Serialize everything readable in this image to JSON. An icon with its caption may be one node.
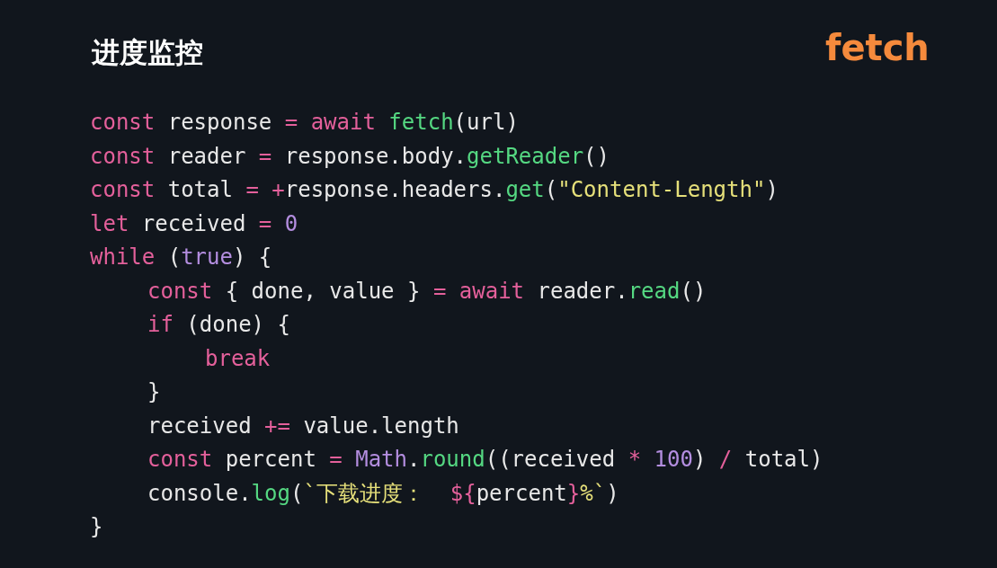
{
  "diagram": {
    "title": "进度监控",
    "labels": [
      "fetch",
      "const response = await fetch(url)",
      "const reader = response.body.getReader()",
      "const total = +response.headers.get(\"Content-Length\")",
      "let received = 0",
      "while (true) {",
      "const { done, value } = await reader.read()",
      "if (done) {",
      "break",
      "}",
      "received += value.length",
      "const percent = Math.round((received * 100) / total)",
      "console.log(`下载进度： ${percent}%`)",
      "}"
    ]
  }
}
